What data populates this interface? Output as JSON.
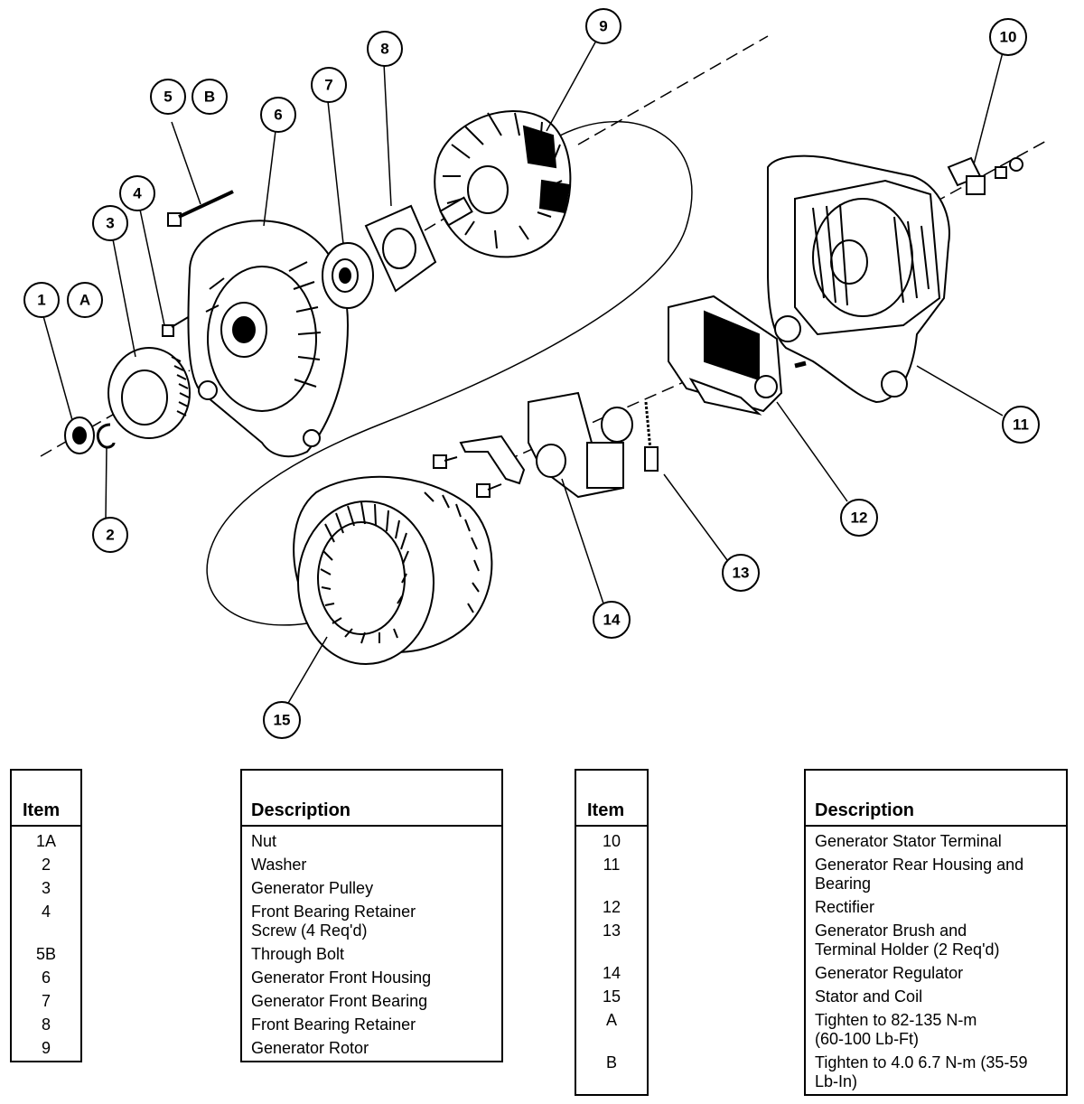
{
  "callouts": {
    "c1": "1",
    "cA": "A",
    "c2": "2",
    "c3": "3",
    "c4": "4",
    "c5": "5",
    "cB": "B",
    "c6": "6",
    "c7": "7",
    "c8": "8",
    "c9": "9",
    "c10": "10",
    "c11": "11",
    "c12": "12",
    "c13": "13",
    "c14": "14",
    "c15": "15"
  },
  "table_left": {
    "item_header": "Item",
    "desc_header": "Description",
    "rows": [
      {
        "item": "1A",
        "desc": "Nut"
      },
      {
        "item": "2",
        "desc": "Washer"
      },
      {
        "item": "3",
        "desc": "Generator Pulley"
      },
      {
        "item": "4",
        "desc": "Front Bearing Retainer",
        "desc2": "Screw (4 Req'd)"
      },
      {
        "item": "5B",
        "desc": "Through Bolt"
      },
      {
        "item": "6",
        "desc": "Generator Front Housing"
      },
      {
        "item": "7",
        "desc": "Generator Front Bearing"
      },
      {
        "item": "8",
        "desc": "Front Bearing Retainer"
      },
      {
        "item": "9",
        "desc": "Generator Rotor"
      }
    ]
  },
  "table_right": {
    "item_header": "Item",
    "desc_header": "Description",
    "rows": [
      {
        "item": "10",
        "desc": "Generator Stator Terminal"
      },
      {
        "item": "11",
        "desc": "Generator Rear Housing and",
        "desc2": "Bearing"
      },
      {
        "item": "12",
        "desc": "Rectifier"
      },
      {
        "item": "13",
        "desc": "Generator Brush and",
        "desc2": "Terminal Holder (2 Req'd)"
      },
      {
        "item": "14",
        "desc": "Generator Regulator"
      },
      {
        "item": "15",
        "desc": "Stator and Coil"
      },
      {
        "item": "A",
        "desc": "Tighten to 82-135 N-m",
        "desc2": "(60-100 Lb-Ft)"
      },
      {
        "item": "B",
        "desc": "Tighten to 4.0 6.7 N-m (35-59",
        "desc2": "Lb-In)"
      }
    ]
  }
}
